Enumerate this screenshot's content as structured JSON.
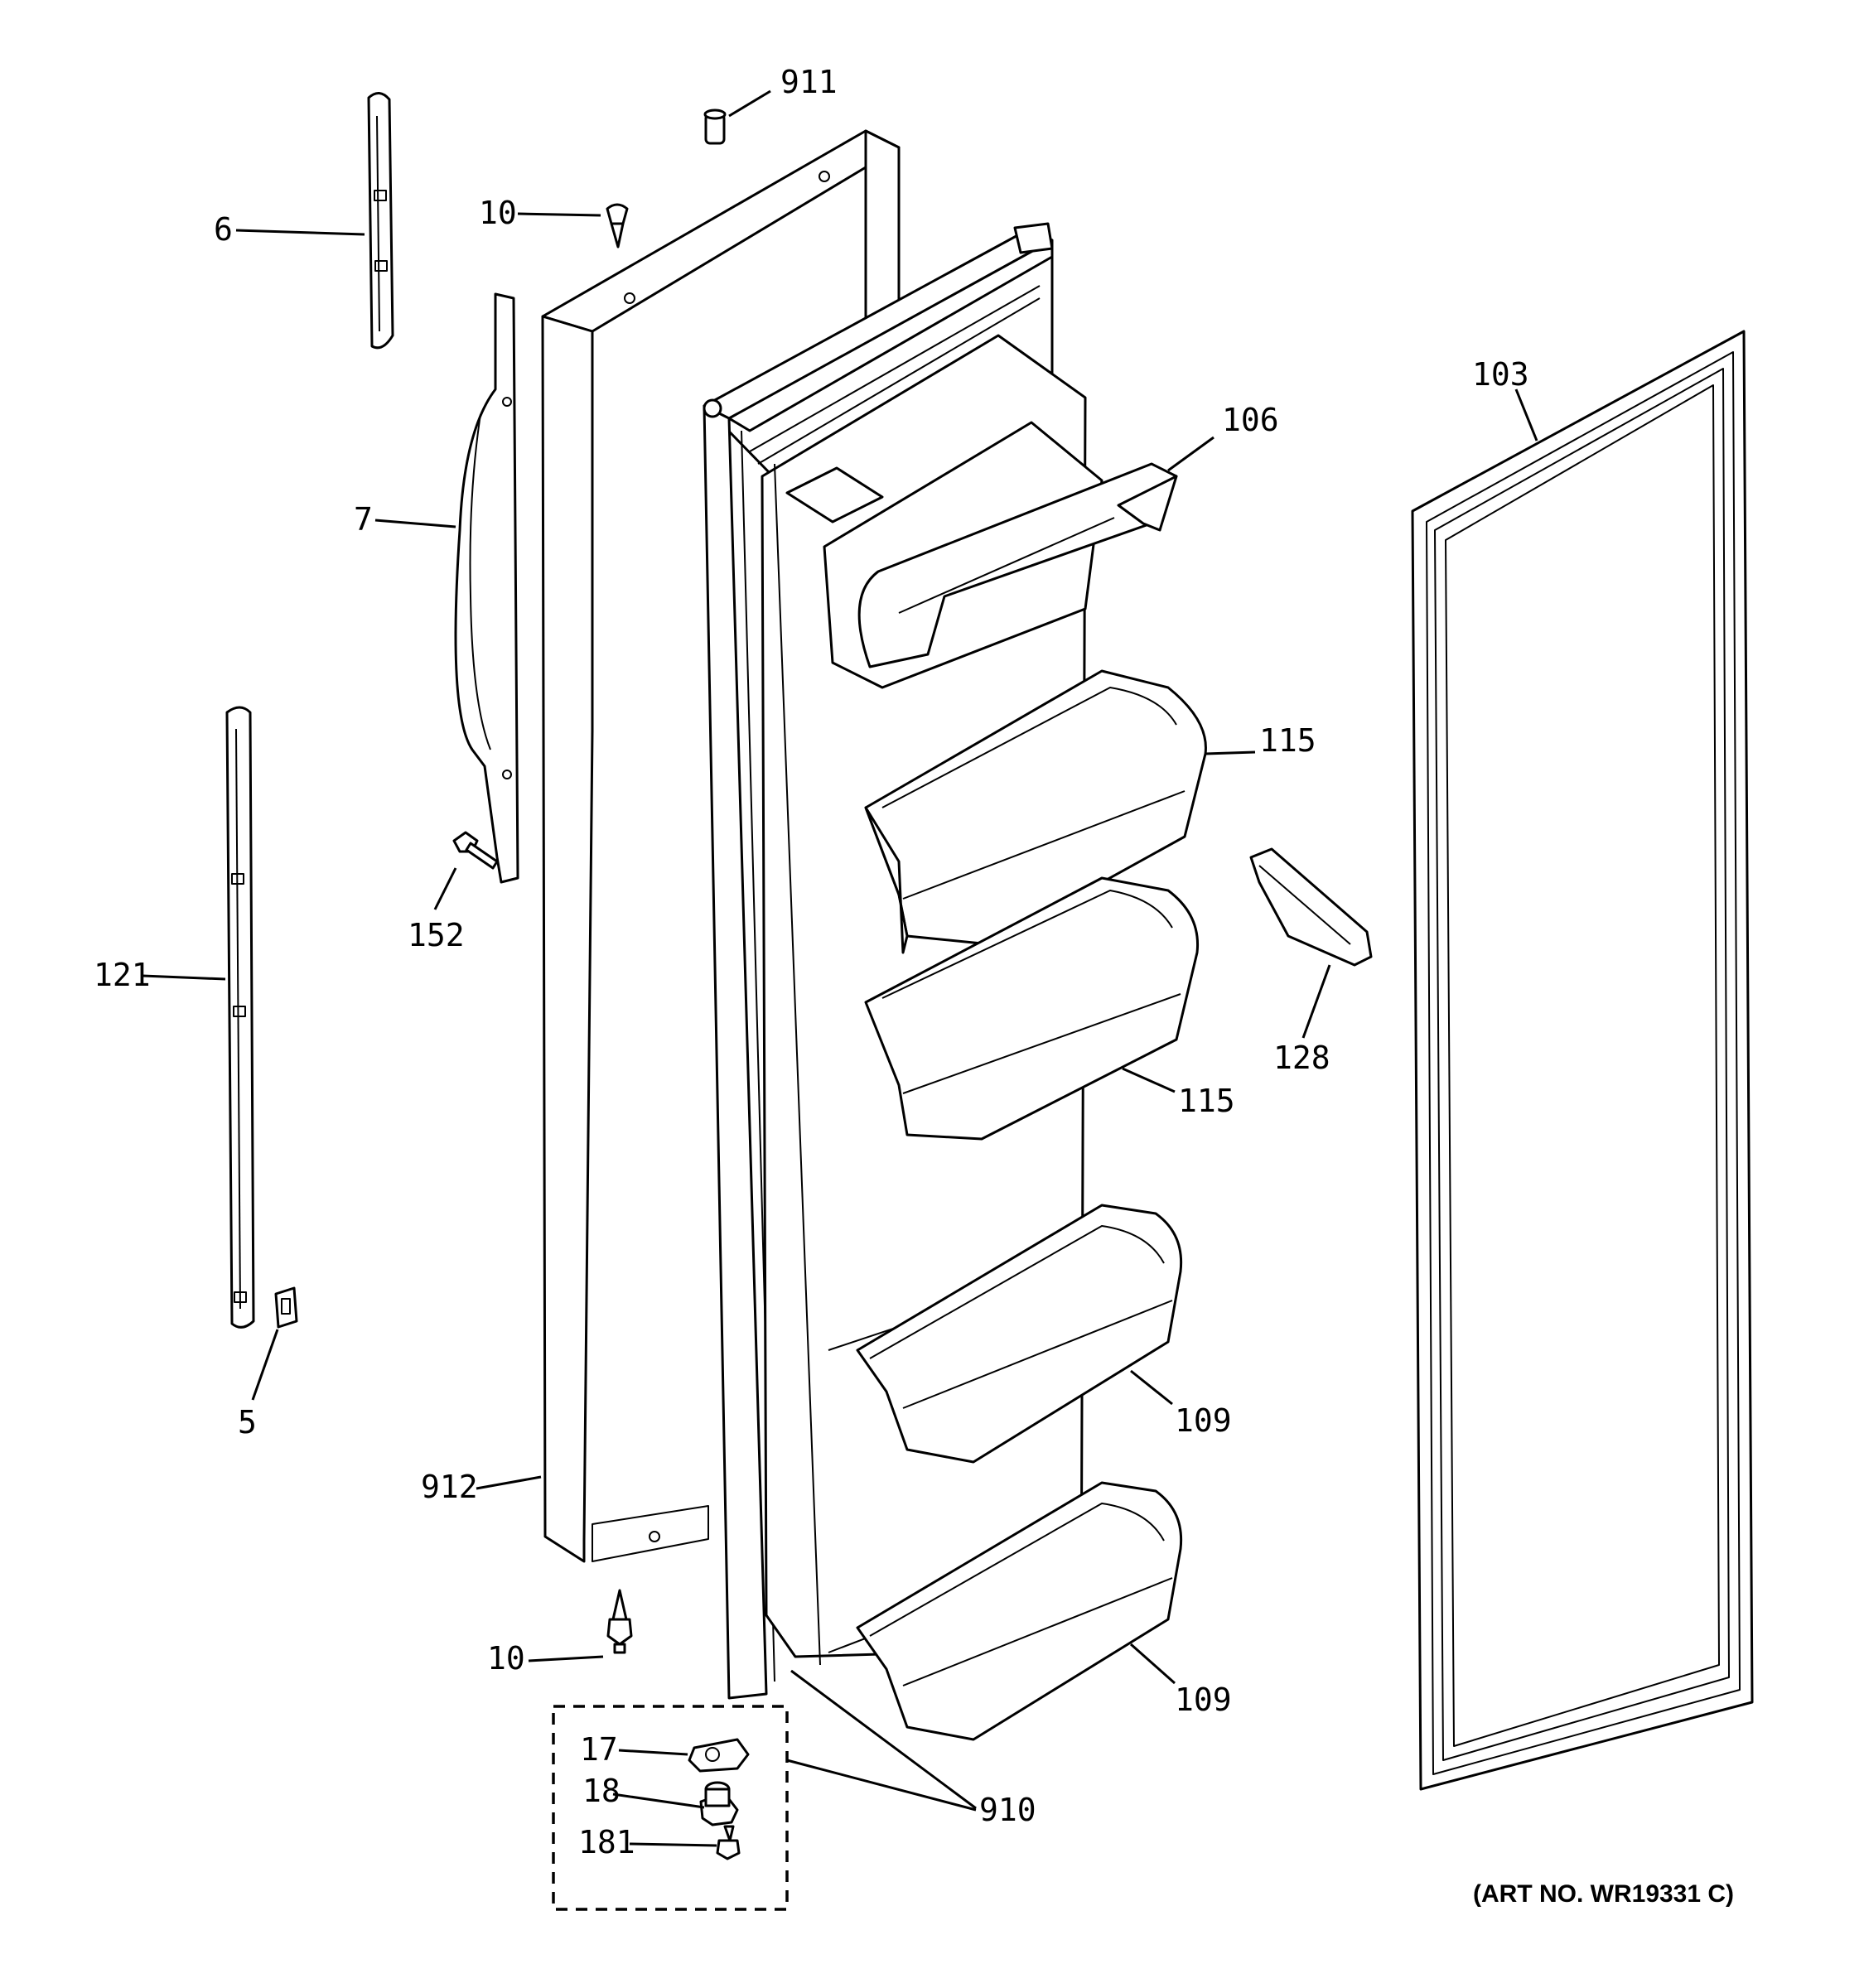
{
  "diagram": {
    "callouts": {
      "c911": "911",
      "c10_top": "10",
      "c6": "6",
      "c7": "7",
      "c103": "103",
      "c106": "106",
      "c115_top": "115",
      "c121": "121",
      "c152": "152",
      "c128": "128",
      "c115_bottom": "115",
      "c5": "5",
      "c109_top": "109",
      "c912": "912",
      "c10_bottom": "10",
      "c109_bottom": "109",
      "c17": "17",
      "c18": "18",
      "c181": "181",
      "c910": "910"
    },
    "art_number": "(ART NO. WR19331 C)"
  }
}
